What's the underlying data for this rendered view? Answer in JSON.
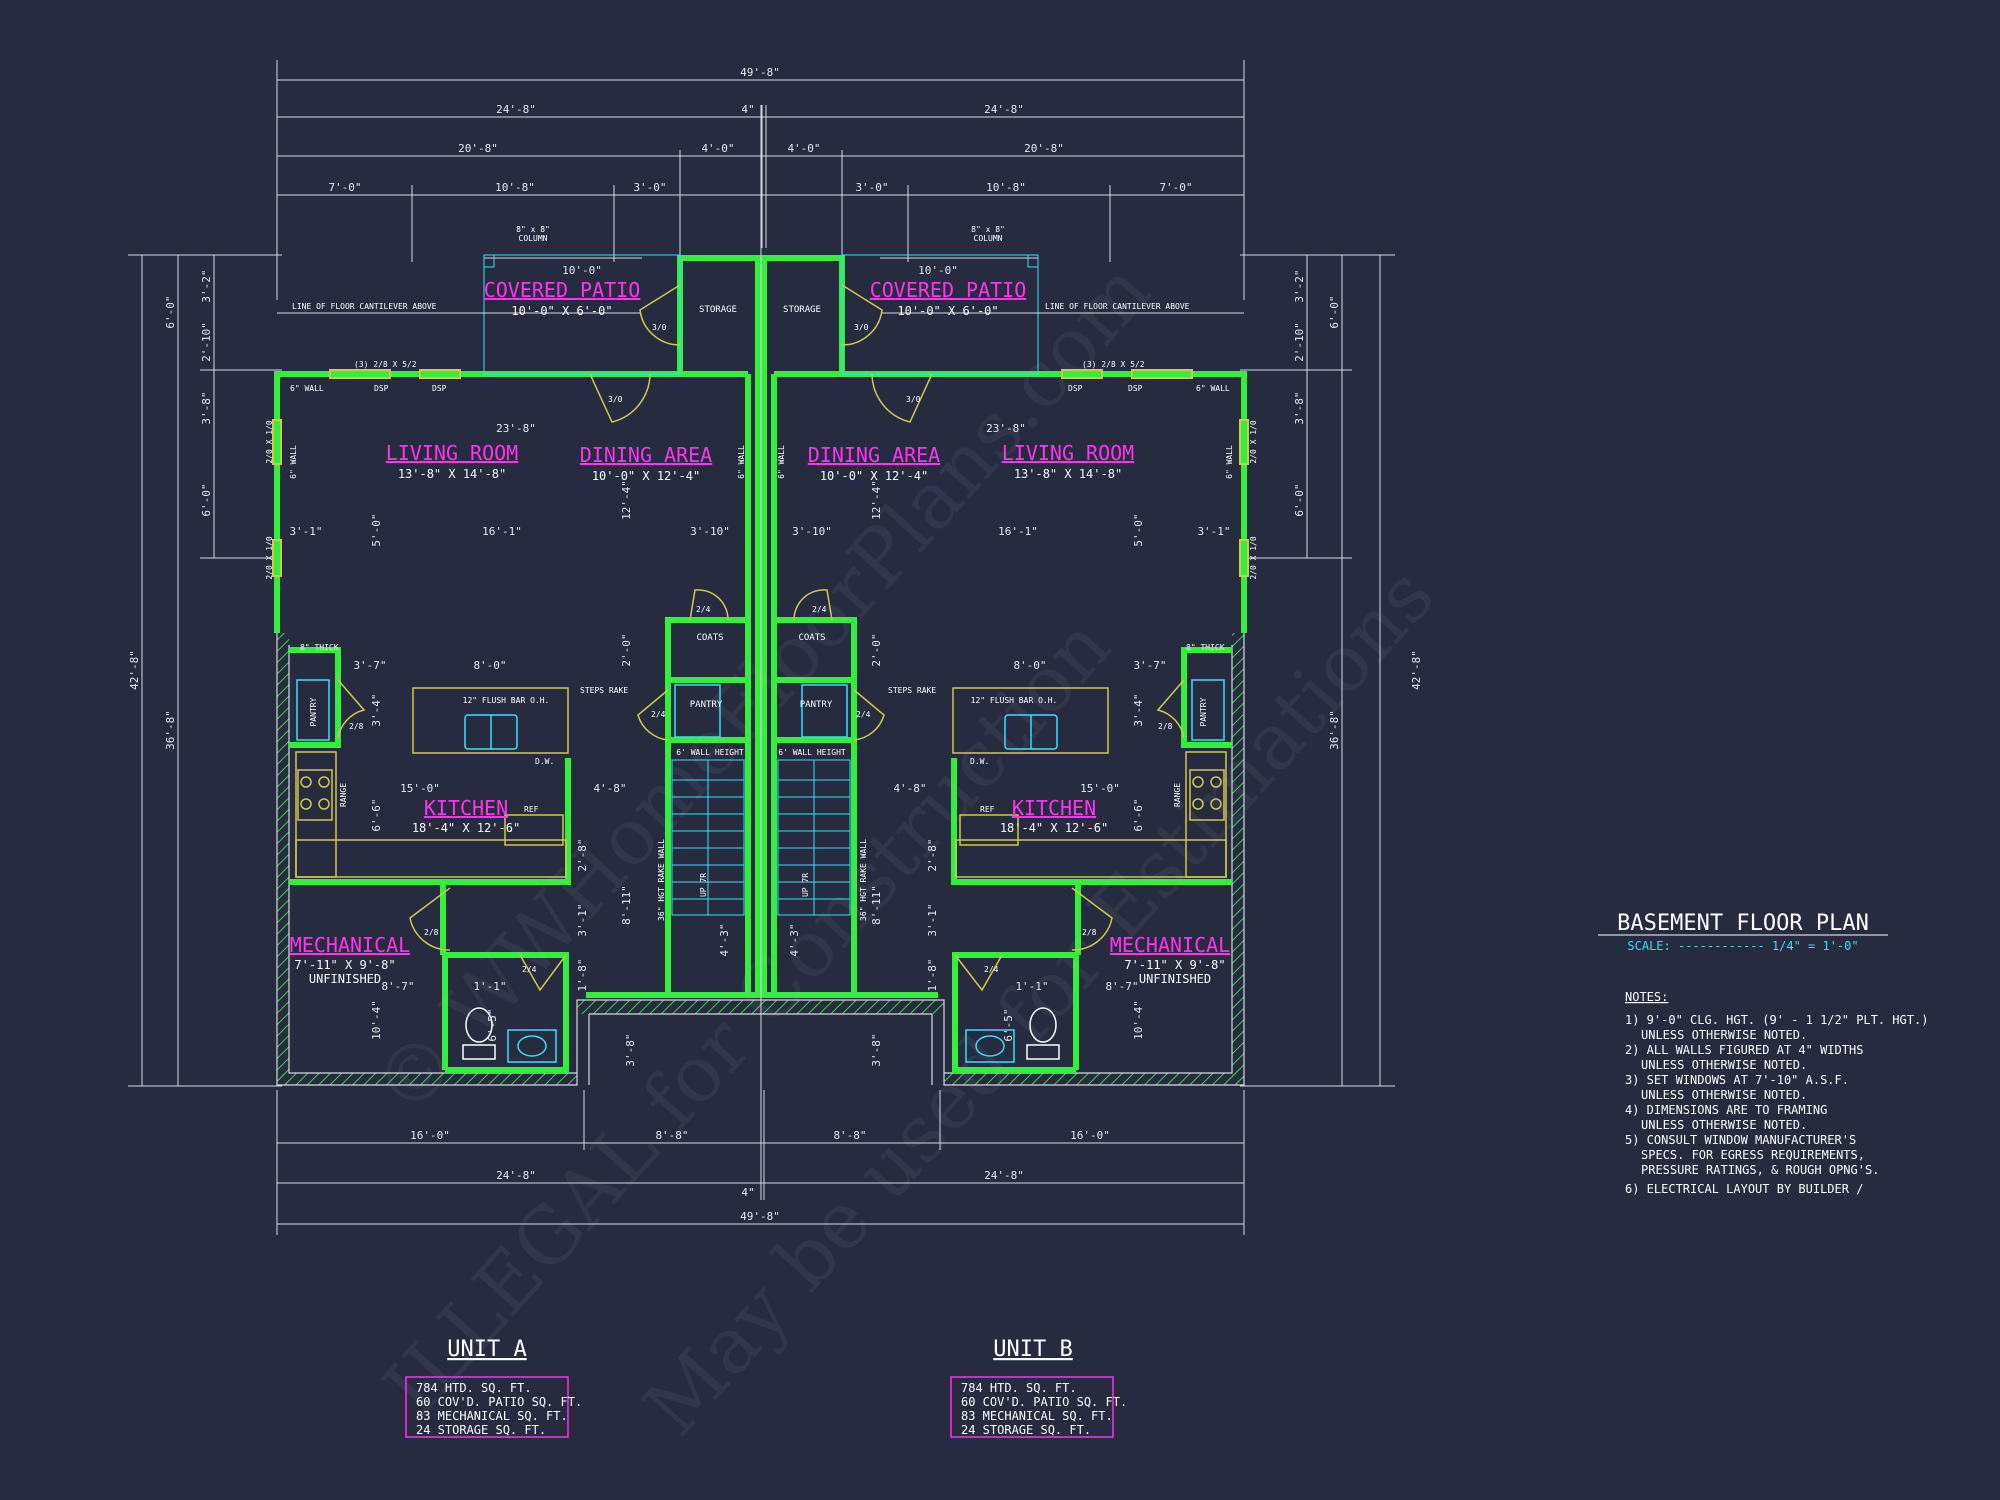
{
  "plan": {
    "title": "BASEMENT FLOOR PLAN",
    "scale": "SCALE: ------------ 1/4\" = 1'-0\""
  },
  "notes": {
    "heading": "NOTES:",
    "lines": [
      "1) 9'-0\" CLG. HGT. (9' - 1 1/2\" PLT. HGT.)",
      "UNLESS OTHERWISE NOTED.",
      "2) ALL WALLS FIGURED AT 4\" WIDTHS",
      "UNLESS OTHERWISE NOTED.",
      "3) SET WINDOWS AT 7'-10\" A.S.F.",
      "UNLESS OTHERWISE NOTED.",
      "4) DIMENSIONS ARE TO FRAMING",
      "UNLESS OTHERWISE NOTED.",
      "5) CONSULT WINDOW MANUFACTURER'S",
      "SPECS. FOR EGRESS REQUIREMENTS,",
      "PRESSURE RATINGS, & ROUGH OPNG'S.",
      "6) ELECTRICAL LAYOUT BY BUILDER /"
    ]
  },
  "units": [
    {
      "name": "UNIT A",
      "areas": [
        "784 HTD. SQ. FT.",
        "60 COV'D. PATIO SQ. FT.",
        "83 MECHANICAL SQ. FT.",
        "24 STORAGE SQ. FT."
      ]
    },
    {
      "name": "UNIT B",
      "areas": [
        "784 HTD. SQ. FT.",
        "60 COV'D. PATIO SQ. FT.",
        "83 MECHANICAL SQ. FT.",
        "24 STORAGE SQ. FT."
      ]
    }
  ],
  "rooms": {
    "covered_patio": "COVERED PATIO",
    "covered_patio_size": "10'-0\" X 6'-0\"",
    "living_room": "LIVING ROOM",
    "living_room_size": "13'-8\" X 14'-8\"",
    "dining_area": "DINING AREA",
    "dining_area_size": "10'-0\" X 12'-4\"",
    "kitchen": "KITCHEN",
    "kitchen_size": "18'-4\" X 12'-6\"",
    "mechanical": "MECHANICAL",
    "mechanical_size": "7'-11\" X 9'-8\"",
    "unfinished": "UNFINISHED",
    "storage": "STORAGE",
    "coats": "COATS",
    "pantry": "PANTRY"
  },
  "labels": {
    "cantilever": "LINE OF FLOOR CANTILEVER ABOVE",
    "column": "8\" x 8\"",
    "column2": "COLUMN",
    "wall6": "6\" WALL",
    "dsp": "DSP",
    "window_patio": "(3) 2/8 X 5/2",
    "flush_bar": "12\" FLUSH BAR O.H.",
    "steps_rake": "STEPS RAKE",
    "wall_height": "6' WALL HEIGHT",
    "dw": "D.W.",
    "ref": "REF",
    "range": "RANGE",
    "thick8": "8\" THICK",
    "rake_wall": "36\" HGT RAKE WALL",
    "up": "UP 7R",
    "door_30": "3/0",
    "door_28": "2/8",
    "door_24": "2/4",
    "win_20x10": "2/0 X 1/0"
  },
  "dims": {
    "overall": "49'-8\"",
    "half": "24'-8\"",
    "four": "4\"",
    "d20_8": "20'-8\"",
    "d4_0": "4'-0\"",
    "d7_0": "7'-0\"",
    "d10_8": "10'-8\"",
    "d3_0": "3'-0\"",
    "d10_0": "10'-0\"",
    "d23_8": "23'-8\"",
    "d3_1": "3'-1\"",
    "d16_1": "16'-1\"",
    "d3_10": "3'-10\"",
    "d3_7": "3'-7\"",
    "d8_0": "8'-0\"",
    "d15_0": "15'-0\"",
    "d4_8": "4'-8\"",
    "d16_0": "16'-0\"",
    "d8_8": "8'-8\"",
    "d1_1": "1'-1\"",
    "d8_7": "8'-7\"",
    "d42_8": "42'-8\"",
    "d36_8": "36'-8\"",
    "d6_0": "6'-0\"",
    "d3_2": "3'-2\"",
    "d2_10": "2'-10\"",
    "d3_8": "3'-8\"",
    "d5_0": "5'-0\"",
    "d12_4": "12'-4\"",
    "d2_0": "2'-0\"",
    "d6_6": "6'-6\"",
    "d2_8": "2'-8\"",
    "d3_4": "3'-4\"",
    "d4_3": "4'-3\"",
    "d8_11": "8'-11\"",
    "d10_4": "10'-4\"",
    "d6_5": "6'-5\"",
    "d1_8": "1'-8\"",
    "d3_1b": "3'-1\""
  },
  "watermark": [
    "© WWHomeFloorPlans.com",
    "ILLEGAL for Construction",
    "May be used for Estimations"
  ]
}
